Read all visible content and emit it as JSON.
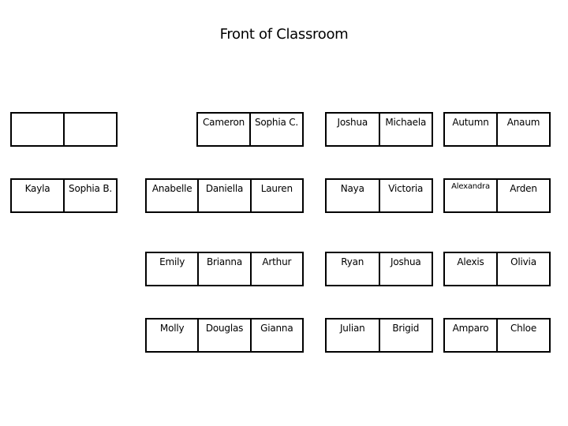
{
  "title": "Front of Classroom",
  "desk_groups": [
    {
      "id": "row1-group1",
      "seats": [
        "",
        ""
      ]
    },
    {
      "id": "row1-group2",
      "seats": [
        "Cameron",
        "Sophia C."
      ]
    },
    {
      "id": "row1-group3",
      "seats": [
        "Joshua",
        "Michaela"
      ]
    },
    {
      "id": "row1-group4",
      "seats": [
        "Autumn",
        "Anaum"
      ]
    },
    {
      "id": "row2-group1",
      "seats": [
        "Kayla",
        "Sophia B."
      ]
    },
    {
      "id": "row2-group2",
      "seats": [
        "Anabelle",
        "Daniella",
        "Lauren"
      ]
    },
    {
      "id": "row2-group3",
      "seats": [
        "Naya",
        "Victoria"
      ]
    },
    {
      "id": "row2-group4",
      "seats": [
        "Alexandra",
        "Arden"
      ]
    },
    {
      "id": "row3-group2",
      "seats": [
        "Emily",
        "Brianna",
        "Arthur"
      ]
    },
    {
      "id": "row3-group3",
      "seats": [
        "Ryan",
        "Joshua"
      ]
    },
    {
      "id": "row3-group4",
      "seats": [
        "Alexis",
        "Olivia"
      ]
    },
    {
      "id": "row4-group2",
      "seats": [
        "Molly",
        "Douglas",
        "Gianna"
      ]
    },
    {
      "id": "row4-group3",
      "seats": [
        "Julian",
        "Brigid"
      ]
    },
    {
      "id": "row4-group4",
      "seats": [
        "Amparo",
        "Chloe"
      ]
    }
  ]
}
